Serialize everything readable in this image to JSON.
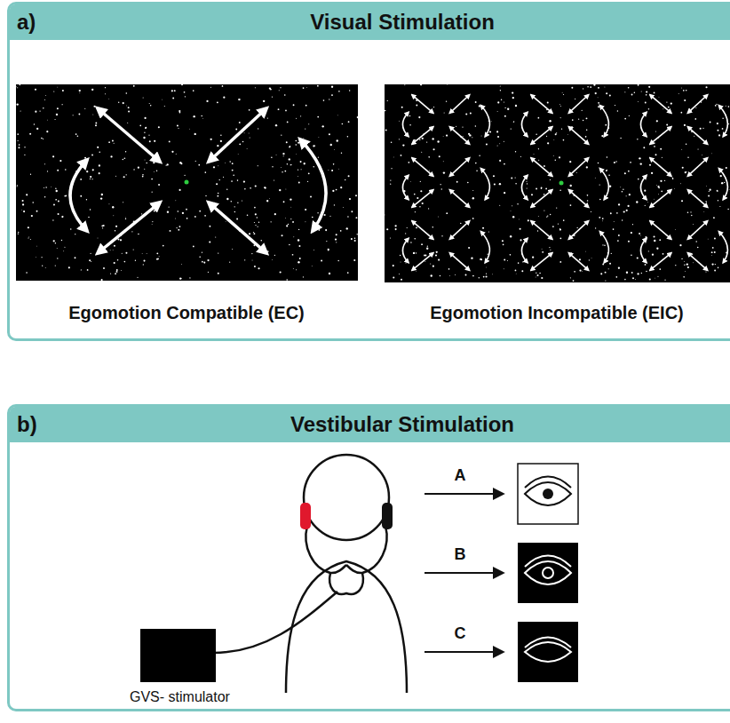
{
  "diagram": {
    "nodes": [
      {
        "text": [
          "a)",
          "Visual Stimulation"
        ]
      },
      {
        "text": [
          "b)",
          "Vestibular Stimulation"
        ]
      },
      {
        "text": [
          "GVS- stimulator"
        ],
        "in": 1
      }
    ],
    "labels": [
      "Egomotion Compatible (EC)",
      "Egomotion Incompatible (EIC)",
      "A",
      "B",
      "C"
    ]
  }
}
